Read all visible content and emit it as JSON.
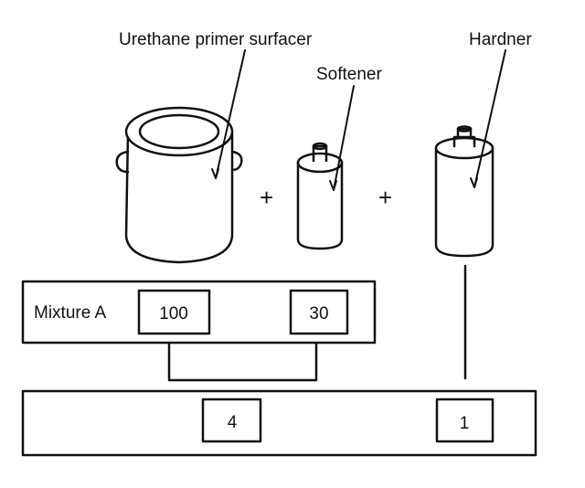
{
  "labels": {
    "primer": "Urethane primer surfacer",
    "softener": "Softener",
    "hardener": "Hardner",
    "plus1": "+",
    "plus2": "+"
  },
  "mixture_a": {
    "label": "Mixture A",
    "primer_ratio": "100",
    "softener_ratio": "30"
  },
  "final_mix": {
    "mixture_a_ratio": "4",
    "hardener_ratio": "1"
  }
}
